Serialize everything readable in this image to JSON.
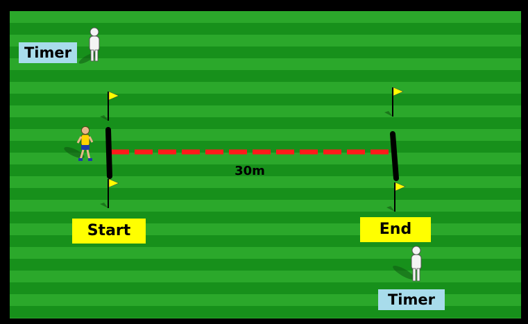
{
  "colors": {
    "field_light": "#2ba82b",
    "field_dark": "#17901b",
    "border": "#000000",
    "timer_bg": "#a8dceb",
    "label_bg": "#ffff00",
    "sprint_line": "#ff1a1a",
    "flag": "#ffff00",
    "gate": "#000000"
  },
  "labels": {
    "timer_top": "Timer",
    "timer_bottom": "Timer",
    "start": "Start",
    "end": "End",
    "distance": "30m"
  },
  "icons": {
    "timer_figure": "person-silhouette-icon",
    "flag": "corner-flag-icon",
    "runner": "runner-icon"
  }
}
